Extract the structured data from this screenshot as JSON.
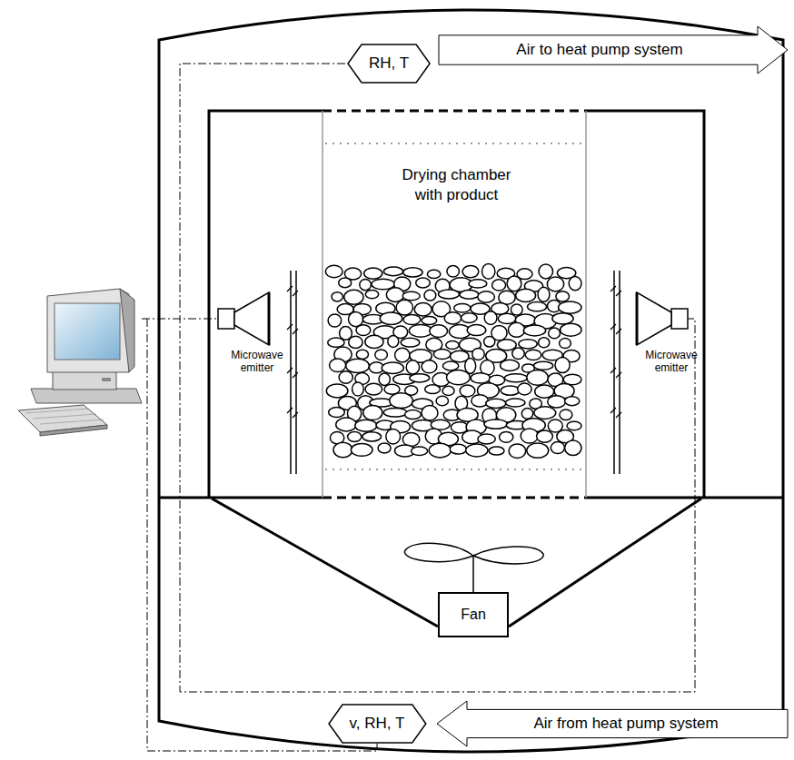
{
  "diagram": {
    "nodes": [
      {
        "text": [
          "RH, T"
        ]
      },
      {
        "text": [
          "Air to heat pump system"
        ]
      },
      {
        "text": [
          "Drying chamber with product"
        ]
      },
      {
        "text": [
          "Fan"
        ]
      },
      {
        "text": [
          "v, RH, T"
        ]
      },
      {
        "text": [
          "Air from heat pump system"
        ]
      }
    ],
    "labels": [
      "Microwave emitter",
      "Microwave emitter"
    ]
  }
}
